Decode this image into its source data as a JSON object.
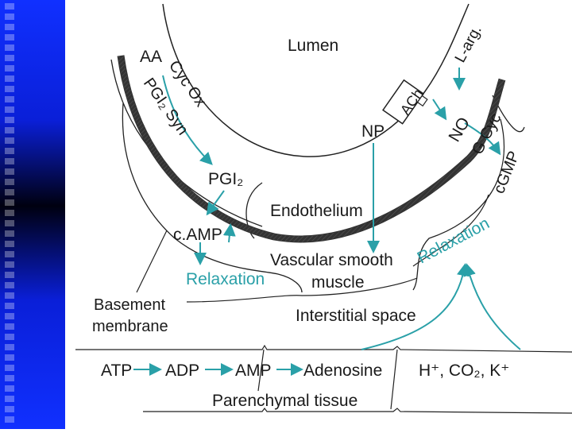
{
  "labels": {
    "lumen": "Lumen",
    "aa": "AA",
    "cyc_ox": "Cyc Ox",
    "pgi2_syn": "PGI₂ Syn",
    "pgi2": "PGI₂",
    "camp": "c.AMP",
    "relaxation_left": "Relaxation",
    "basement_membrane_1": "Basement",
    "basement_membrane_2": "membrane",
    "endothelium": "Endothelium",
    "vascular_1": "Vascular smooth",
    "vascular_2": "muscle",
    "interstitial": "Interstitial space",
    "np": "NP",
    "ach": "ACh",
    "l_arg": "L-arg.",
    "no": "NO",
    "g_cyc": "G Cyc",
    "cgmp": "cGMP",
    "relaxation_right": "Relaxation",
    "atp": "ATP",
    "adp": "ADP",
    "amp": "AMP",
    "adenosine": "Adenosine",
    "ions": "H⁺, CO₂, K⁺",
    "parenchymal": "Parenchymal tissue"
  },
  "colors": {
    "sidebar_blue": "#1030ff",
    "arrow_teal": "#2aa0a8",
    "ink": "#1a1a1a"
  }
}
